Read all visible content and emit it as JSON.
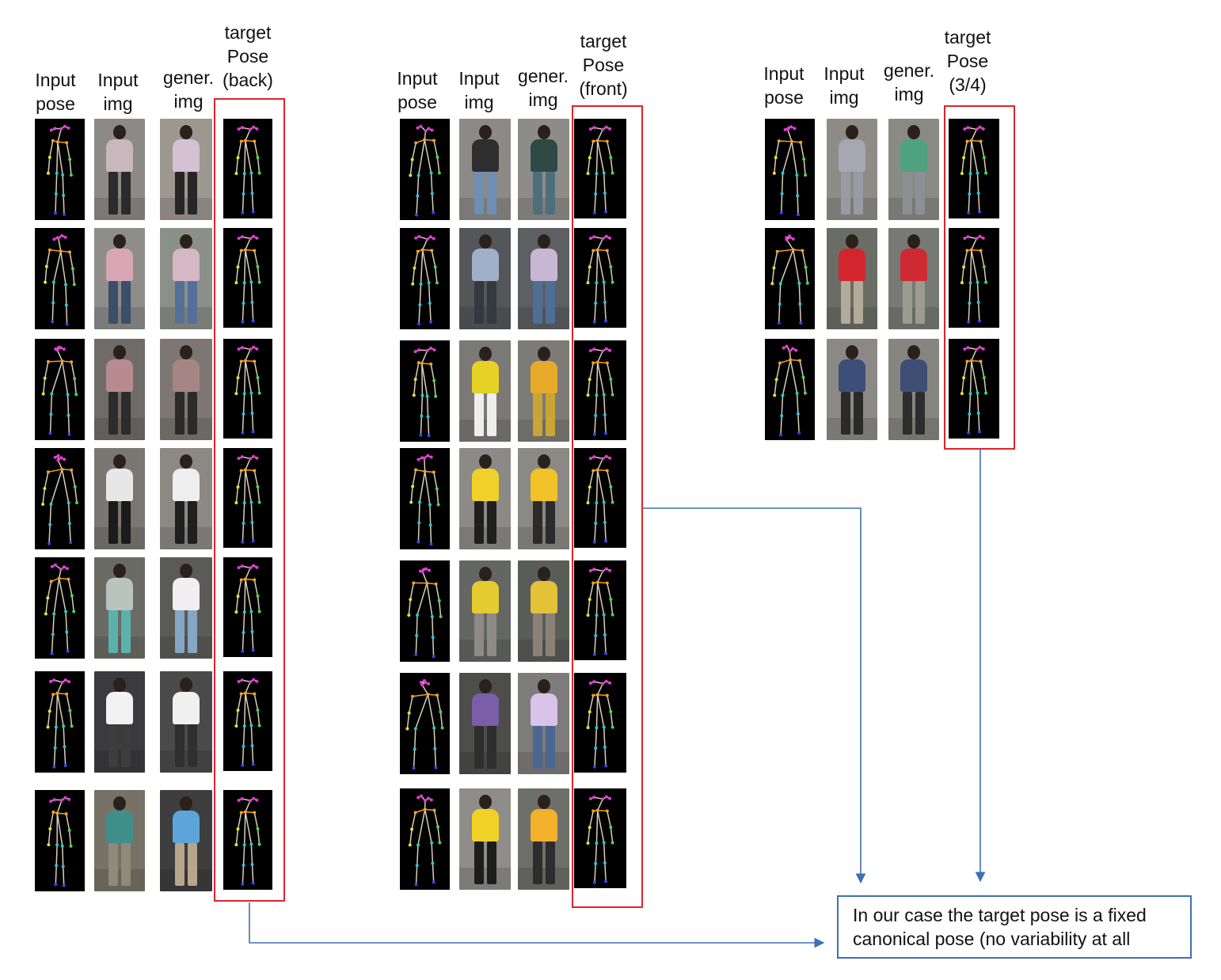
{
  "groups": [
    {
      "name": "back",
      "headers": {
        "input_pose": "Input\npose",
        "input_img": "Input\nimg",
        "gen_img": "gener.\nimg",
        "target": "target\nPose\n(back)"
      },
      "rows": [
        {
          "shirt": "#c9b7be",
          "legs": "#2b2b2b",
          "bg": "#8c8a86",
          "gshirt": "#d4c2d4",
          "glegs": "#262626",
          "gbg": "#9c9890"
        },
        {
          "shirt": "#d9a6b6",
          "legs": "#3b4e6a",
          "bg": "#8d8d8a",
          "gshirt": "#d6b7c4",
          "glegs": "#54709a",
          "gbg": "#8a8f88"
        },
        {
          "shirt": "#b88b8f",
          "legs": "#2c2c2c",
          "bg": "#6f6c68",
          "gshirt": "#a68586",
          "glegs": "#2c2a2a",
          "gbg": "#7c7772"
        },
        {
          "shirt": "#e7e7e7",
          "legs": "#1b1b1b",
          "bg": "#7a7772",
          "gshirt": "#eeeeee",
          "glegs": "#1f1f1f",
          "gbg": "#8a8984"
        },
        {
          "shirt": "#b9c4bf",
          "legs": "#5bb2ad",
          "bg": "#6b6b66",
          "gshirt": "#f1edf0",
          "glegs": "#86a7c3",
          "gbg": "#5a5a56"
        },
        {
          "shirt": "#f2f2f2",
          "legs": "#3d3d3d",
          "bg": "#3b3a3c",
          "gshirt": "#f0f0f0",
          "glegs": "#2f2f2f",
          "gbg": "#4a4a4a"
        },
        {
          "shirt": "#3f8f8a",
          "legs": "#8f8a7a",
          "bg": "#767366",
          "gshirt": "#5da5d8",
          "glegs": "#b7a58d",
          "gbg": "#3e3e3e"
        }
      ]
    },
    {
      "name": "front",
      "headers": {
        "input_pose": "Input\npose",
        "input_img": "Input\nimg",
        "gen_img": "gener.\nimg",
        "target": "target\nPose\n(front)"
      },
      "rows": [
        {
          "shirt": "#2e2e2e",
          "legs": "#6d8fb3",
          "bg": "#8c8a86",
          "gshirt": "#2f4a44",
          "glegs": "#4d6f7c",
          "gbg": "#8e8c88"
        },
        {
          "shirt": "#9fb0c9",
          "legs": "#34393f",
          "bg": "#55565a",
          "gshirt": "#c8b7d3",
          "glegs": "#4f6e96",
          "gbg": "#5d5f62"
        },
        {
          "shirt": "#e6d127",
          "legs": "#eeeeee",
          "bg": "#7b7975",
          "gshirt": "#e6a92a",
          "glegs": "#c9a437",
          "gbg": "#7d7b76"
        },
        {
          "shirt": "#efd12a",
          "legs": "#1f1f1f",
          "bg": "#8b8a86",
          "gshirt": "#f1c328",
          "glegs": "#2b2b2b",
          "gbg": "#8b8984"
        },
        {
          "shirt": "#e4cb2f",
          "legs": "#8e8a86",
          "bg": "#646663",
          "gshirt": "#e3c237",
          "glegs": "#8b8277",
          "gbg": "#5a5c58"
        },
        {
          "shirt": "#7a5ea8",
          "legs": "#2e2e2e",
          "bg": "#4d4d4b",
          "gshirt": "#d8c4e8",
          "glegs": "#4a6691",
          "gbg": "#7d7c7a"
        },
        {
          "shirt": "#f0d226",
          "legs": "#1d1d1d",
          "bg": "#8e8d89",
          "gshirt": "#f2b12b",
          "glegs": "#2d2d2d",
          "gbg": "#6e6f6a"
        }
      ]
    },
    {
      "name": "three-quarter",
      "headers": {
        "input_pose": "Input\npose",
        "input_img": "Input\nimg",
        "gen_img": "gener.\nimg",
        "target": "target\nPose\n(3/4)"
      },
      "rows": [
        {
          "shirt": "#a6a7b2",
          "legs": "#9a9aa4",
          "bg": "#8d8c86",
          "gshirt": "#4fa27f",
          "glegs": "#8e8f94",
          "gbg": "#8a8a84"
        },
        {
          "shirt": "#d3252e",
          "legs": "#b3aa99",
          "bg": "#6a6d66",
          "gshirt": "#cf2a33",
          "glegs": "#9b9b8f",
          "gbg": "#777a74"
        },
        {
          "shirt": "#3d4f78",
          "legs": "#2a2a2a",
          "bg": "#8b8985",
          "gshirt": "#3e4e74",
          "glegs": "#2d2d2d",
          "gbg": "#868580"
        }
      ]
    }
  ],
  "note": {
    "line1": "In our case the target pose is a fixed",
    "line2": "canonical pose (no variability at all"
  },
  "colors": {
    "red_box": "#e0232b",
    "connector": "#3f6fb6",
    "limb": "#d9d0b6",
    "joint_head": "#e23ad6",
    "joint_shoulder": "#f2a12a",
    "joint_arm_r": "#e9e22b",
    "joint_arm_l": "#4bd84a",
    "joint_hip": "#18d3c6",
    "joint_knee": "#31c2e0",
    "joint_ankle": "#3347f0"
  }
}
